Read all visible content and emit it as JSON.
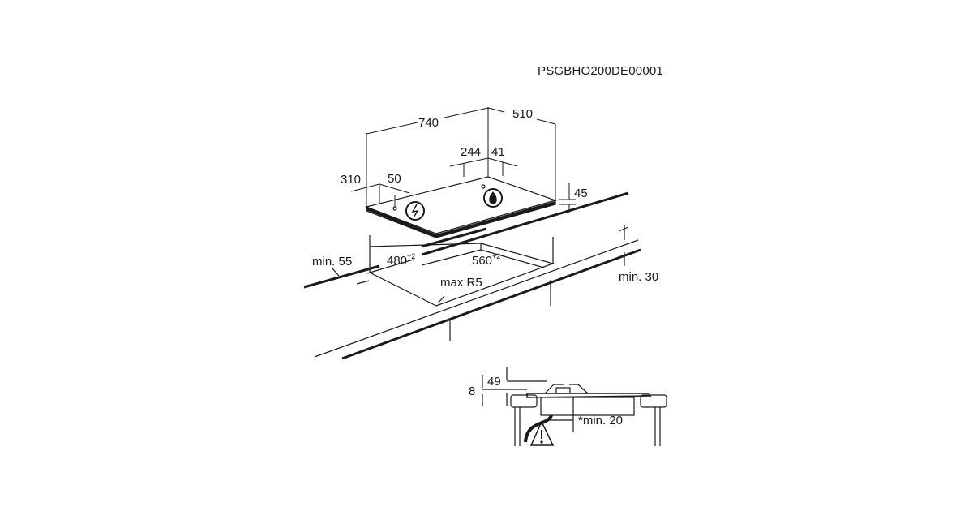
{
  "document_code": "PSGBHO200DE00001",
  "dimensions": {
    "width": "740",
    "depth": "510",
    "burner_offset_x": "244",
    "burner_offset_y": "41",
    "electric_offset_x": "310",
    "electric_offset_y": "50",
    "height": "45",
    "cutout_depth": "480",
    "cutout_width": "560",
    "tolerance": "+2",
    "corner_radius": "max R5",
    "min_front_distance": "min. 55",
    "min_worktop": "min. 30",
    "side_49": "49",
    "side_8": "8",
    "min_clearance": "*min. 20"
  },
  "colors": {
    "line": "#1a1a1a",
    "background": "#ffffff"
  }
}
